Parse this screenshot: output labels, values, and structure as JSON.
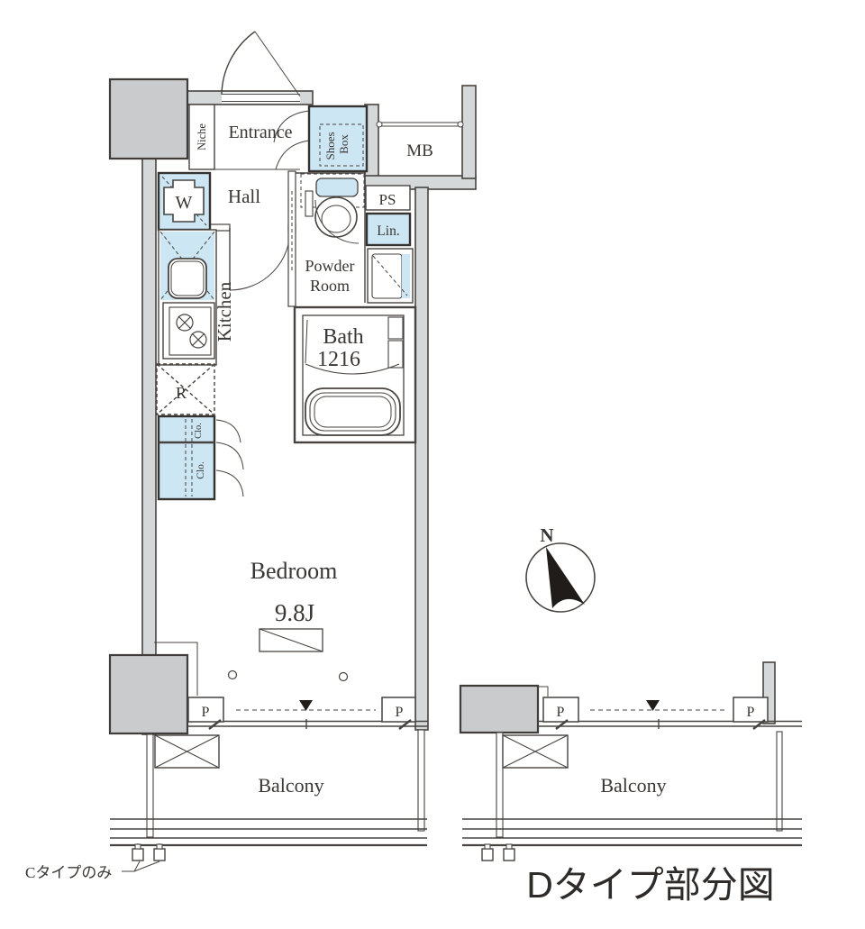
{
  "plan": {
    "title": "Dタイプ部分図",
    "note": "Cタイプのみ",
    "compass_north": "N",
    "labels": {
      "entrance": "Entrance",
      "niche": "Niche",
      "shoes_box_line1": "Shoes",
      "shoes_box_line2": "Box",
      "mb": "MB",
      "hall": "Hall",
      "washer": "W",
      "ps": "PS",
      "linen": "Lin.",
      "powder_line1": "Powder",
      "powder_line2": "Room",
      "kitchen": "Kitchen",
      "bath": "Bath",
      "bath_size": "1216",
      "fridge": "R",
      "closet": "Clo.",
      "bedroom": "Bedroom",
      "bedroom_size": "9.8J",
      "pipe": "P",
      "balcony": "Balcony"
    },
    "colors": {
      "wall_fill": "#d5d8d9",
      "pillar_fill": "#c9cbcd",
      "fixture_blue": "#cde6f3",
      "line": "#474340",
      "text": "#393633",
      "title_text": "#2e2b29",
      "black": "#1f1c1a"
    }
  }
}
